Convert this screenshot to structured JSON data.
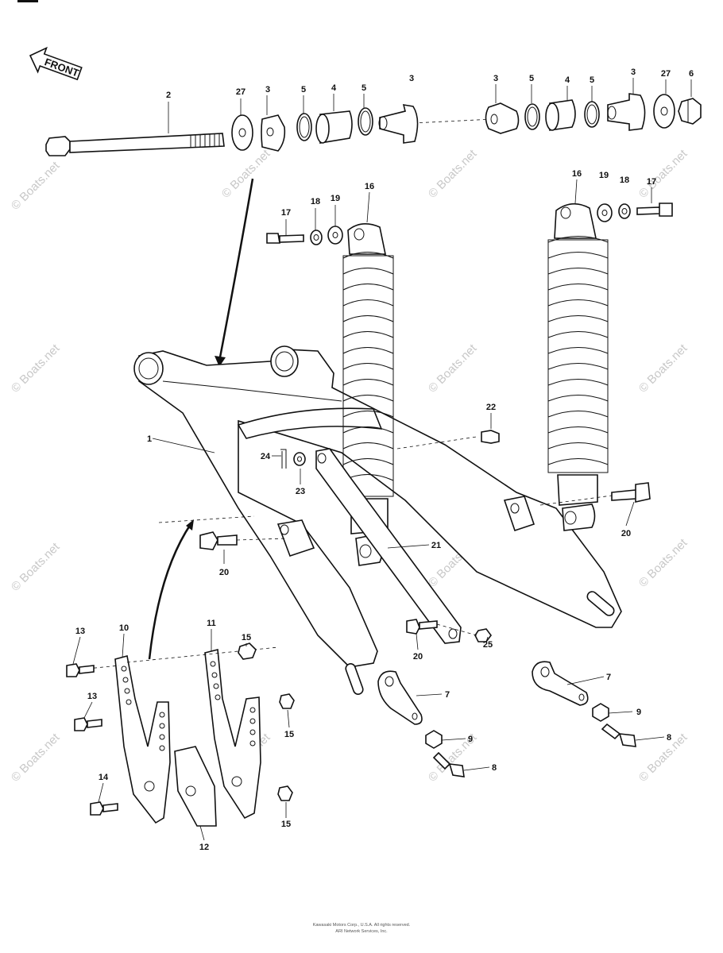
{
  "front_label": "FRONT",
  "watermark": "© Boats.net",
  "footer": {
    "line1": "Kawasaki Motors Corp., U.S.A. All rights reserved.",
    "line2": "ARI Network Services, Inc."
  },
  "callouts": {
    "c2": "2",
    "c27a": "27",
    "c3a": "3",
    "c5a": "5",
    "c4a": "4",
    "c5b": "5",
    "c3b": "3",
    "c3c": "3",
    "c5c": "5",
    "c4b": "4",
    "c5d": "5",
    "c3d": "3",
    "c27b": "27",
    "c6": "6",
    "c17a": "17",
    "c18a": "18",
    "c19a": "19",
    "c16a": "16",
    "c16b": "16",
    "c19b": "19",
    "c18b": "18",
    "c17b": "17",
    "c1": "1",
    "c22": "22",
    "c24": "24",
    "c23": "23",
    "c20a": "20",
    "c20b": "20",
    "c21": "21",
    "c20c": "20",
    "c25": "25",
    "c13a": "13",
    "c10": "10",
    "c11": "11",
    "c15a": "15",
    "c13b": "13",
    "c15b": "15",
    "c14": "14",
    "c12": "12",
    "c15c": "15",
    "c7a": "7",
    "c9a": "9",
    "c8a": "8",
    "c7b": "7",
    "c9b": "9",
    "c8b": "8"
  }
}
